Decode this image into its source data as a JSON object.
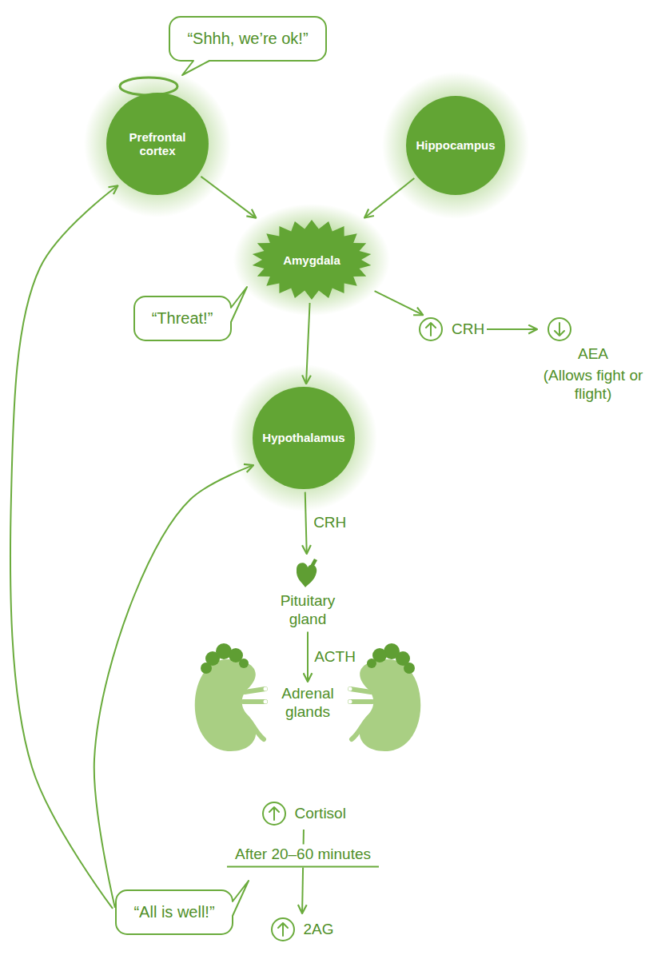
{
  "diagram": {
    "nodes": [
      {
        "text": [
          "“Shhh, we’re ok!”"
        ]
      },
      {
        "text": [
          "Prefrontal cortex"
        ]
      },
      {
        "text": [
          "Hippocampus"
        ]
      },
      {
        "text": [
          "Amygdala"
        ]
      },
      {
        "text": [
          "“Threat!”"
        ]
      },
      {
        "text": [
          "CRH"
        ]
      },
      {
        "text": [
          "AEA",
          "(Allows fight or flight)"
        ]
      },
      {
        "text": [
          "Hypothalamus"
        ]
      },
      {
        "text": [
          "Pituitary gland"
        ]
      },
      {
        "text": [
          "Adrenal glands"
        ]
      },
      {
        "text": [
          "Cortisol"
        ]
      },
      {
        "text": [
          "“All is well!”"
        ]
      },
      {
        "text": [
          "2AG"
        ]
      }
    ],
    "edges": [
      {
        "from": 1,
        "to": 3,
        "arrow": "to"
      },
      {
        "from": 2,
        "to": 3,
        "arrow": "to"
      },
      {
        "from": 3,
        "to": 7,
        "arrow": "to"
      },
      {
        "from": 3,
        "to": 5,
        "arrow": "to"
      },
      {
        "from": 5,
        "to": 6,
        "arrow": "to"
      },
      {
        "from": 7,
        "to": 8,
        "label": "CRH",
        "arrow": "to"
      },
      {
        "from": 8,
        "to": 9,
        "label": "ACTH",
        "arrow": "to"
      },
      {
        "from": 10,
        "to": 12,
        "label": "After 20–60 minutes",
        "arrow": "to"
      },
      {
        "from": 11,
        "to": 1,
        "arrow": "to"
      },
      {
        "from": 11,
        "to": 7,
        "arrow": "to"
      }
    ]
  }
}
